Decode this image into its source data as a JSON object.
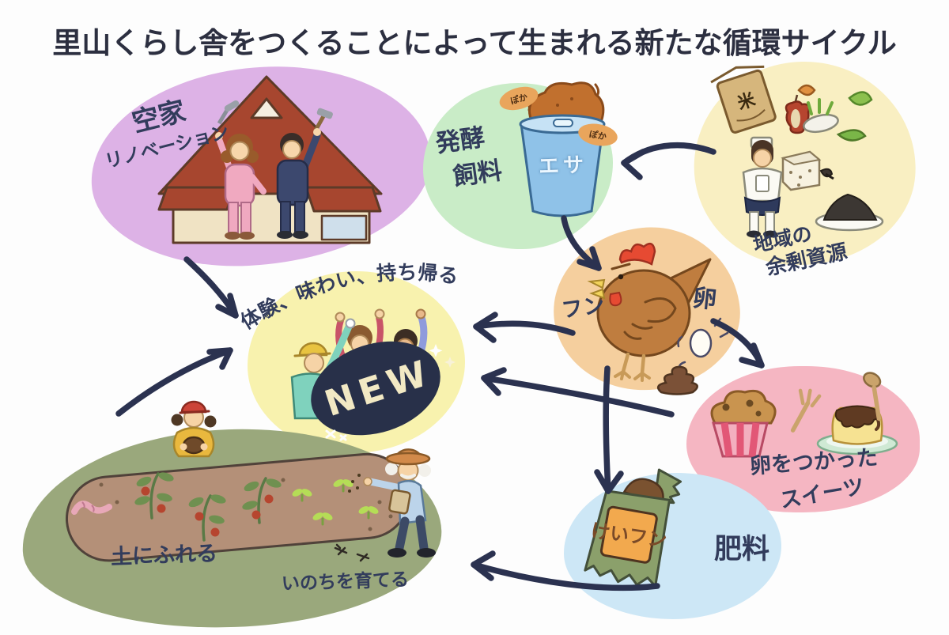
{
  "title": "里山くらし舎をつくることによって生まれる新たな循環サイクル",
  "palette": {
    "arrow": "#2b3250",
    "title_text": "#2c2f40",
    "handwriting": "#323c5c",
    "renovation_blob": "#ddb2e6",
    "feed_blob": "#c9ecc7",
    "surplus_blob": "#f9efc2",
    "chicken_blob": "#f5cf9e",
    "experience_blob": "#f8f2ae",
    "sweets_blob": "#f5b6c2",
    "fertilizer_blob": "#cde7f6",
    "field_blob": "#9aa87c",
    "new_badge": "#283049"
  },
  "nodes": {
    "renovation": {
      "line1": "空家",
      "line2": "リノベーション"
    },
    "feed": {
      "line1": "発酵",
      "line2": "飼料",
      "bucket_label": "エサ",
      "steam": "ぽか"
    },
    "surplus": {
      "line1": "地域の",
      "line2": "余剰資源",
      "rice_bag": "米"
    },
    "chicken": {
      "dung": "フン",
      "egg": "卵"
    },
    "experience": {
      "arc": "体験、味わい、持ち帰る",
      "badge": "NEW"
    },
    "sweets": {
      "line1": "卵をつかった",
      "line2": "スイーツ"
    },
    "fertilizer": {
      "bag_label": "けいフン",
      "label": "肥料"
    },
    "field": {
      "label1": "土にふれる",
      "label2": "いのちを育てる"
    }
  },
  "edges": [
    {
      "from": "local-surplus-resources",
      "to": "fermented-feed"
    },
    {
      "from": "fermented-feed",
      "to": "chicken"
    },
    {
      "from": "chicken",
      "to": "egg-sweets",
      "via": "卵"
    },
    {
      "from": "chicken",
      "to": "keifun-fertilizer",
      "via": "フン"
    },
    {
      "from": "chicken",
      "to": "experience-new"
    },
    {
      "from": "egg-sweets",
      "to": "experience-new"
    },
    {
      "from": "keifun-fertilizer",
      "to": "field"
    },
    {
      "from": "field",
      "to": "experience-new"
    },
    {
      "from": "vacant-house-renovation",
      "to": "experience-new"
    }
  ]
}
